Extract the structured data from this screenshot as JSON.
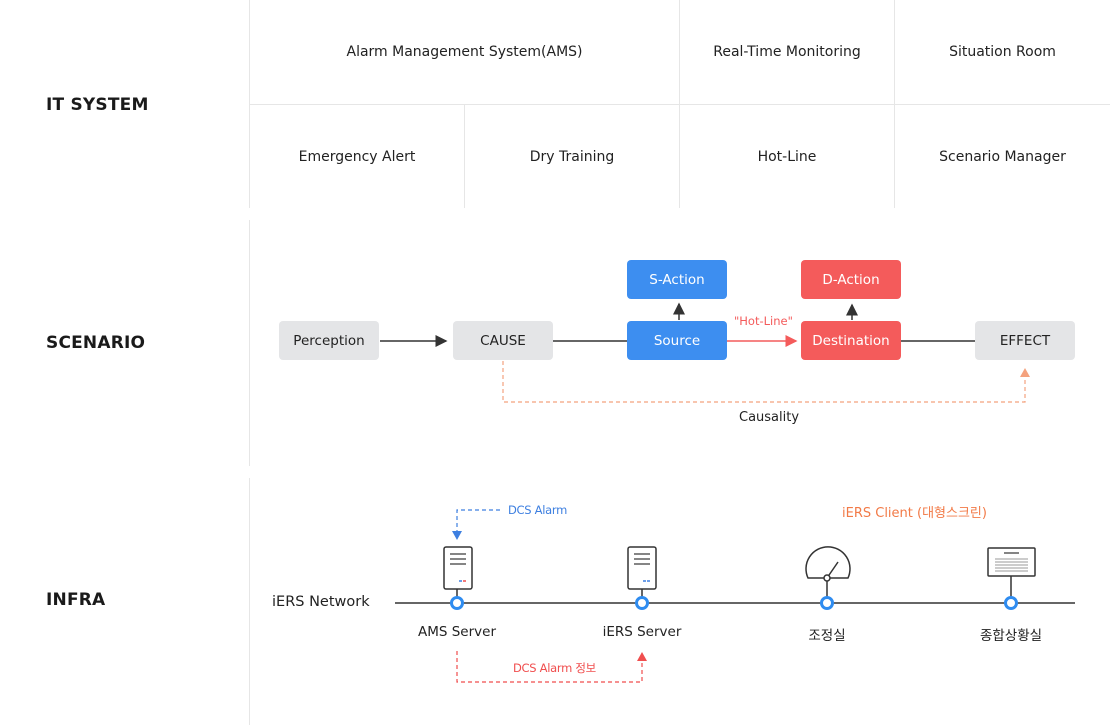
{
  "sections": {
    "it_system": "IT SYSTEM",
    "scenario": "SCENARIO",
    "infra": "INFRA"
  },
  "it_system": {
    "row1": [
      "Alarm Management System(AMS)",
      "Real-Time Monitoring",
      "Situation Room"
    ],
    "row2": [
      "Emergency Alert",
      "Dry Training",
      "Hot-Line",
      "Scenario Manager"
    ]
  },
  "scenario": {
    "perception": "Perception",
    "cause": "CAUSE",
    "source": "Source",
    "s_action": "S-Action",
    "destination": "Destination",
    "d_action": "D-Action",
    "effect": "EFFECT",
    "hotline_label": "\"Hot-Line\"",
    "causality": "Causality",
    "colors": {
      "blue": "#3d8ef0",
      "red": "#f45b5b",
      "grey": "#e4e5e7",
      "dashed": "#f4a27e"
    }
  },
  "infra": {
    "network_label": "iERS Network",
    "dcs_alarm": "DCS Alarm",
    "dcs_alarm_info": "DCS Alarm 정보",
    "client_label": "iERS Client (대형스크린)",
    "nodes": [
      {
        "label": "AMS Server",
        "icon": "server-icon"
      },
      {
        "label": "iERS Server",
        "icon": "server-icon"
      },
      {
        "label": "조정실",
        "icon": "gauge-icon"
      },
      {
        "label": "종합상황실",
        "icon": "monitor-icon"
      }
    ],
    "colors": {
      "blue": "#3d7fe0",
      "red": "#f04e4e",
      "orange": "#f27a47",
      "node": "#2f8cf0"
    }
  }
}
